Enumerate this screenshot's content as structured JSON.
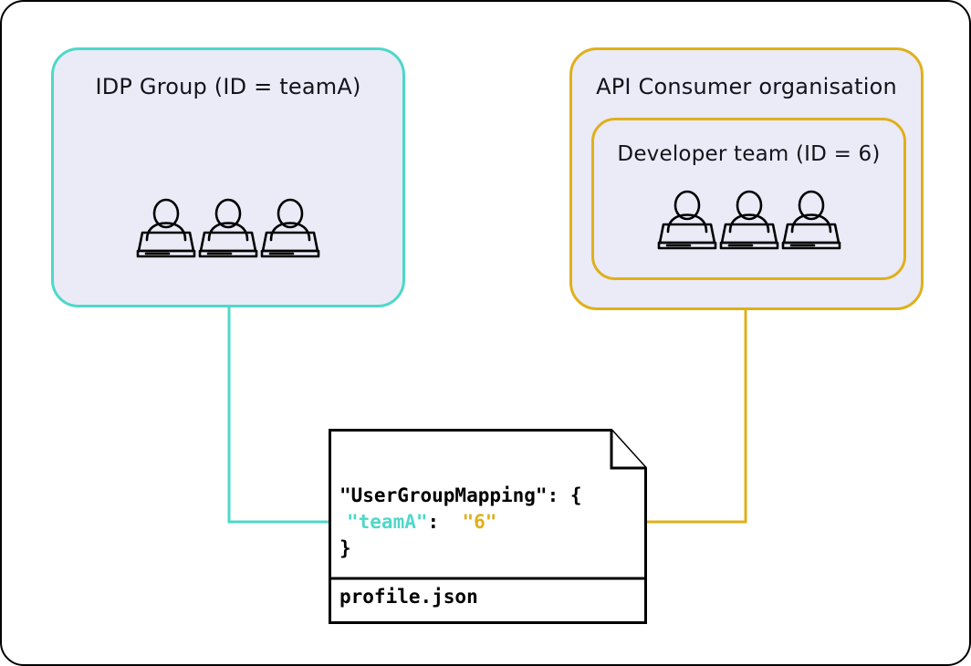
{
  "diagram": {
    "title_hidden": "",
    "colors": {
      "teal": "#4ED8C8",
      "amber": "#DFB01A",
      "box_fill": "#EBEAF7",
      "ink": "#000000",
      "gray_line": "#D9D9DD",
      "canvas": "#FFFFFF"
    },
    "idp_group": {
      "title": "IDP Group (ID = teamA)",
      "member_count": 3,
      "member_icon": "person-at-laptop-icon",
      "border_color": "#4ED8C8"
    },
    "api_consumer_org": {
      "title": "API Consumer organisation",
      "border_color": "#DFB01A",
      "developer_team": {
        "title": "Developer team (ID = 6)",
        "member_count": 3,
        "member_icon": "person-at-laptop-icon",
        "border_color": "#DFB01A"
      }
    },
    "document": {
      "filename": "profile.json",
      "code_lines": [
        {
          "text": "\"UserGroupMapping\": {",
          "color": "#000000"
        },
        {
          "key": "\"teamA\"",
          "separator": ":",
          "value": "\"6\""
        },
        {
          "text": "}",
          "color": "#000000"
        }
      ]
    },
    "connectors": [
      {
        "name": "idp-group-to-mapping-key",
        "color": "#4ED8C8",
        "from": "IDP Group (ID = teamA)",
        "to": "\"teamA\"",
        "arrow": "right"
      },
      {
        "name": "developer-team-to-mapping-value",
        "color": "#DFB01A",
        "from": "Developer team (ID = 6)",
        "to": "\"6\"",
        "arrow": "left"
      }
    ]
  }
}
